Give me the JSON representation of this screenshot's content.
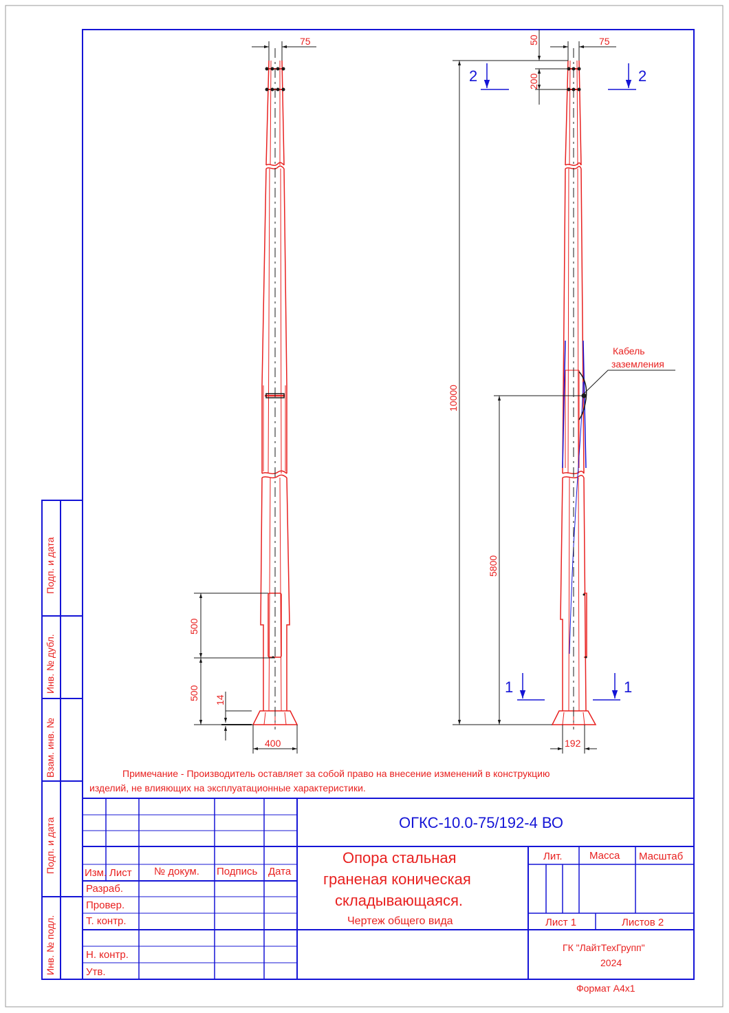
{
  "dimensions": {
    "left_top_width": "75",
    "right_top_width": "75",
    "top_offset": "50",
    "flange_spacing": "200",
    "total_height": "10000",
    "ground_cable_height": "5800",
    "hatch_height": "500",
    "hatch_offset": "500",
    "base_plate_thickness": "14",
    "base_plate_width": "400",
    "base_diameter": "192"
  },
  "sections": {
    "top_left": "2",
    "top_right": "2",
    "bottom_left": "1",
    "bottom_right": "1"
  },
  "callout": {
    "line1": "Кабель",
    "line2": "заземления"
  },
  "note": {
    "line1": "Примечание - Производитель оставляет за собой право на внесение изменений в конструкцию",
    "line2": "изделий, не влияющих на эксплуатационные характеристики."
  },
  "side_stamp": [
    "Подп. и дата",
    "Инв. № дубл.",
    "Взам. инв. №",
    "Подп. и дата",
    "Инв. № подл."
  ],
  "title_block": {
    "designation": "ОГКС-10.0-75/192-4 ВО",
    "title_lines": [
      "Опора стальная",
      "граненая коническая",
      "складывающаяся."
    ],
    "subtitle": "Чертеж общего вида",
    "headers": {
      "izm": "Изм.",
      "list": "Лист",
      "doc": "№ докум.",
      "sign": "Подпись",
      "date": "Дата"
    },
    "roles": {
      "razrab": "Разраб.",
      "prover": "Провер.",
      "tkontr": "Т. контр.",
      "nkontr": "Н. контр.",
      "utv": "Утв."
    },
    "lit": "Лит.",
    "mass": "Масса",
    "scale": "Масштаб",
    "sheet": "Лист 1",
    "sheets": "Листов 2",
    "company": "ГК \"ЛайтТехГрупп\"",
    "year": "2024"
  },
  "format": "Формат  А4х1",
  "colors": {
    "line": "#e8201f",
    "section": "#1414d6",
    "dim": "#1a1a1a"
  }
}
